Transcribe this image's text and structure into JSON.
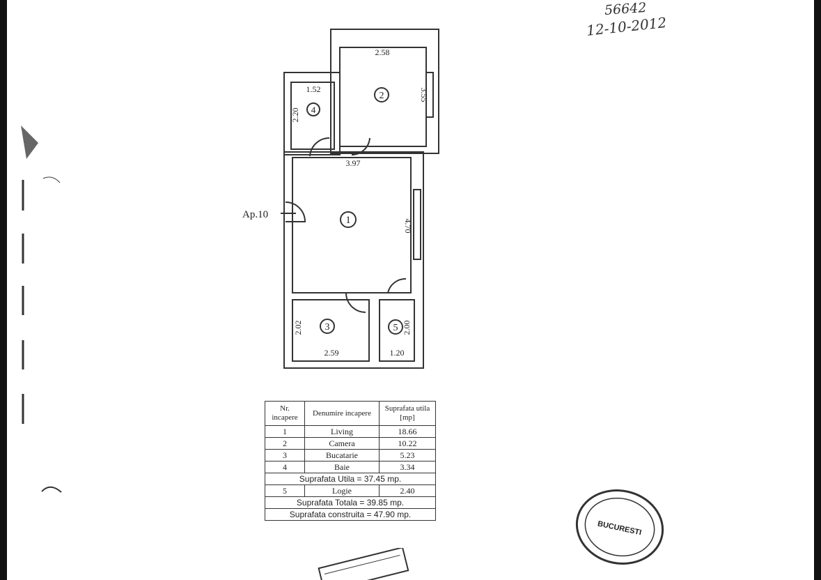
{
  "handwritten": {
    "number": "56642",
    "date": "12-10-2012"
  },
  "plan": {
    "entrance_label": "Ap.10",
    "rooms": [
      {
        "id": "1"
      },
      {
        "id": "2"
      },
      {
        "id": "3"
      },
      {
        "id": "4"
      },
      {
        "id": "5"
      }
    ],
    "dimensions": {
      "room2_width": "2.58",
      "room2_height": "3.55",
      "room4_width": "1.52",
      "room4_height": "2.20",
      "room1_width": "3.97",
      "room1_height": "4.70",
      "room3_width": "2.59",
      "room3_height": "2.02",
      "room5_width": "1.20",
      "room5_height": "2.00"
    }
  },
  "table": {
    "headers": [
      "Nr. incapere",
      "Denumire incapere",
      "Suprafata utila [mp]"
    ],
    "rows": [
      {
        "nr": "1",
        "name": "Living",
        "area": "18.66"
      },
      {
        "nr": "2",
        "name": "Camera",
        "area": "10.22"
      },
      {
        "nr": "3",
        "name": "Bucatarie",
        "area": "5.23"
      },
      {
        "nr": "4",
        "name": "Baie",
        "area": "3.34"
      }
    ],
    "suprafata_utila": "Suprafata Utila = 37.45 mp.",
    "loggia": {
      "nr": "5",
      "name": "Logie",
      "area": "2.40"
    },
    "suprafata_totala": "Suprafata Totala = 39.85 mp.",
    "suprafata_construita": "Suprafata construita = 47.90 mp."
  },
  "stamp": {
    "city": "BUCURESTI"
  }
}
